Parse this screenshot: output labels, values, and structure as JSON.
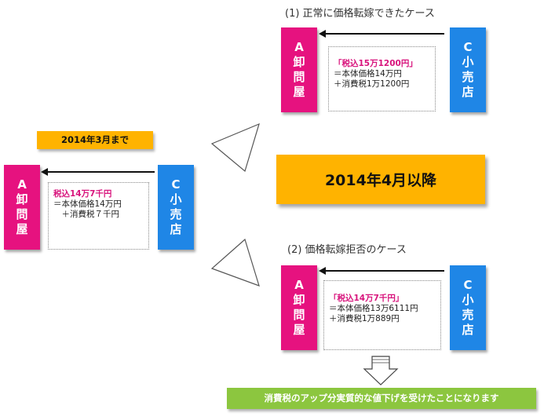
{
  "left": {
    "label": "2014年3月まで",
    "wholesaler": [
      "A",
      "卸",
      "問",
      "屋"
    ],
    "retailer": [
      "C",
      "小",
      "売",
      "店"
    ],
    "price": "税込14万7千円",
    "lines": [
      "＝本体価格14万円",
      "　＋消費税７千円"
    ]
  },
  "center": {
    "label": "2014年4月以降"
  },
  "case1": {
    "title": "(1) 正常に価格転嫁できたケース",
    "wholesaler": [
      "A",
      "卸",
      "問",
      "屋"
    ],
    "retailer": [
      "C",
      "小",
      "売",
      "店"
    ],
    "price": "「税込15万1200円」",
    "lines": [
      "＝本体価格14万円",
      "＋消費税1万1200円"
    ]
  },
  "case2": {
    "title": "(2) 価格転嫁拒否のケース",
    "wholesaler": [
      "A",
      "卸",
      "問",
      "屋"
    ],
    "retailer": [
      "C",
      "小",
      "売",
      "店"
    ],
    "price": "「税込14万7千円」",
    "lines": [
      "＝本体価格13万6111円",
      "＋消費税1万889円"
    ]
  },
  "conclusion": "消費税のアップ分実質的な値下げを受けたことになります",
  "colors": {
    "pink": "#e6127f",
    "blue": "#1f86e6",
    "orange": "#ffb300",
    "green": "#8cc63f"
  }
}
